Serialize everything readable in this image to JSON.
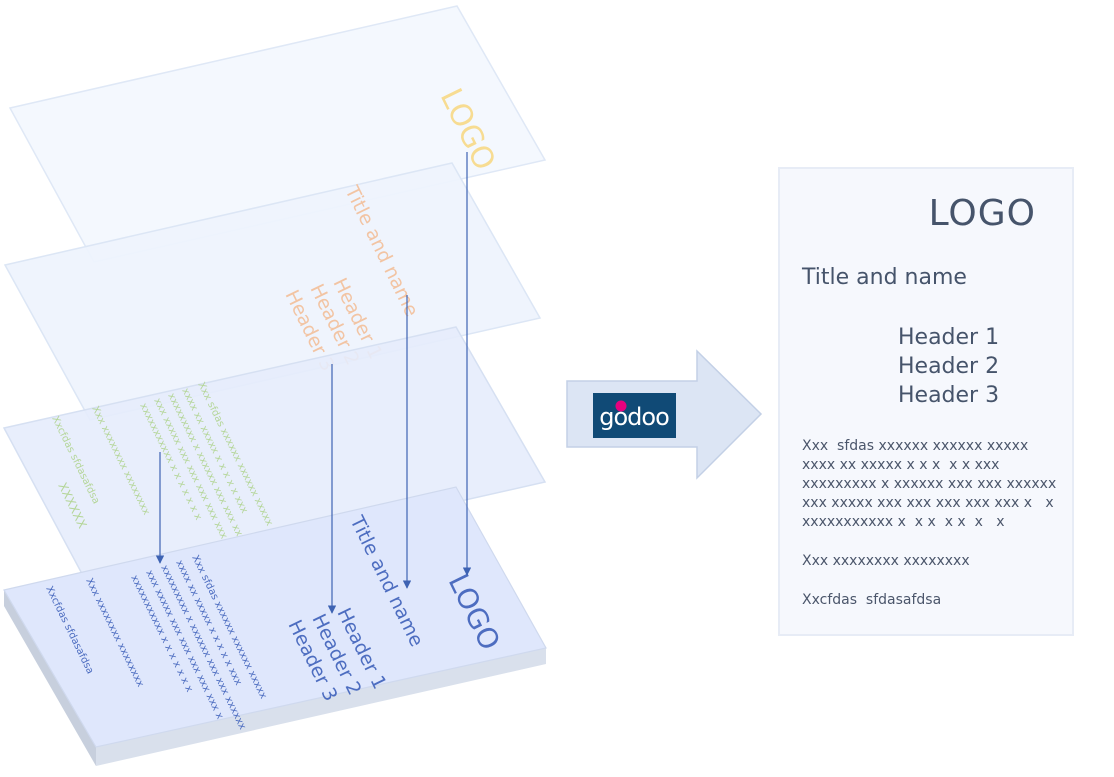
{
  "layers": {
    "logo_label": "LOGO",
    "title_label": "Title and name",
    "headers": [
      "Header 1",
      "Header 2",
      "Header 3"
    ],
    "body_lines": [
      "Xxx  sfdas xxxxxx xxxxxx xxxxx",
      "xxxx xx xxxxx x x x  x x xxx",
      "xxxxxxxxx x xxxxxx xxx xxx xxxxxx",
      "xxx xxxxx xxx xxx xxx xxx xxx x",
      "xxxxxxxxxxx x x x  x x  x  x"
    ],
    "xxx_line": "Xxx xxxxxxxx xxxxxxxx",
    "name_line": "Xxcfdas  sfdasafdsa",
    "short_label": "XXXXXX"
  },
  "converter": {
    "brand_name": "godoo",
    "brand_colors": {
      "background": "#104a76",
      "dot": "#e6007e",
      "text": "#ffffff"
    }
  },
  "document": {
    "logo": "LOGO",
    "title": "Title and name",
    "headers": [
      "Header 1",
      "Header 2",
      "Header 3"
    ],
    "body": "Xxx  sfdas xxxxxx xxxxxx xxxxx\nxxxx xx xxxxx x x x  x x xxx\nxxxxxxxxx x xxxxxx xxx xxx xxxxxx\nxxx xxxxx xxx xxx xxx xxx xxx x   x\nxxxxxxxxxxx x  x x  x x  x   x",
    "line_2": "Xxx xxxxxxxx xxxxxxxx",
    "line_3": "Xxcfdas  sfdasafdsa"
  }
}
